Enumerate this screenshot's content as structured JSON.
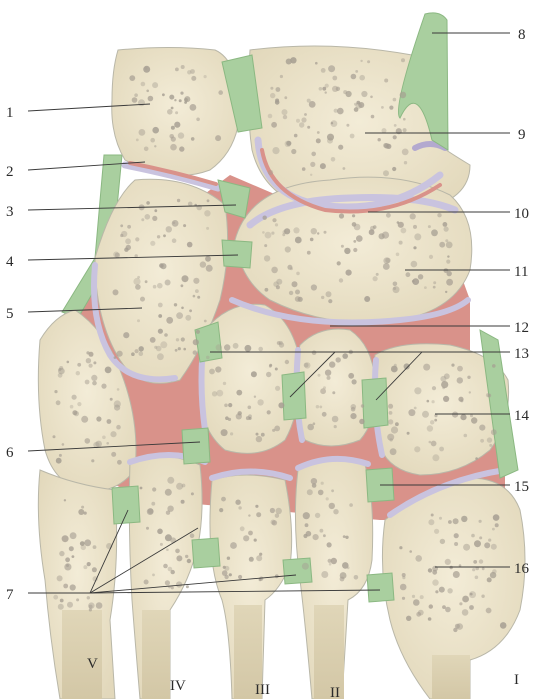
{
  "colors": {
    "bone": "#ece4cc",
    "cartilage": "#c9c3df",
    "synovium": "#d9928a",
    "ligament": "#a9cf9f",
    "trabecula": "#a59d91"
  },
  "labels": {
    "n1": "1",
    "n2": "2",
    "n3": "3",
    "n4": "4",
    "n5": "5",
    "n6": "6",
    "n7": "7",
    "n8": "8",
    "n9": "9",
    "n10": "10",
    "n11": "11",
    "n12": "12",
    "n13": "13",
    "n14": "14",
    "n15": "15",
    "n16": "16"
  },
  "metacarpals": {
    "v": "V",
    "iv": "IV",
    "iii": "III",
    "ii": "II",
    "i": "I"
  }
}
